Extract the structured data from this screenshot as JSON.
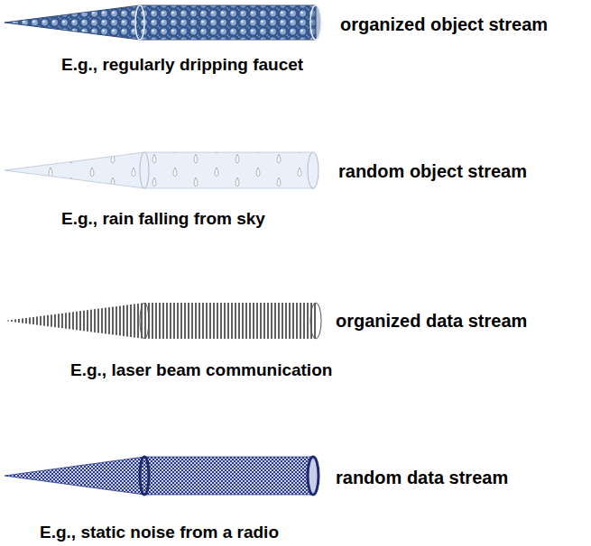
{
  "diagram": {
    "labels": [
      "organized object stream",
      "E.g., regularly dripping faucet",
      "random object stream",
      "E.g., rain falling from sky",
      "organized data stream",
      "E.g., laser beam communication",
      "random data stream",
      "E.g., static noise from a radio"
    ]
  }
}
